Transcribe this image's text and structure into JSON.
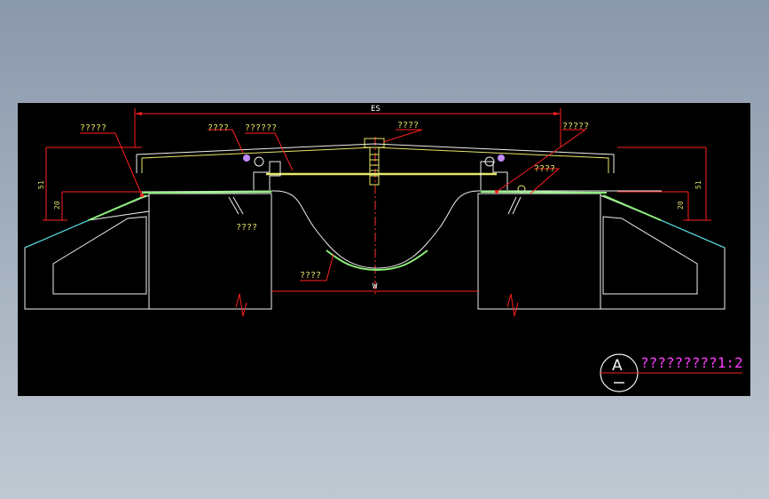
{
  "drawing": {
    "dimensions": {
      "overall_width": "ES",
      "gap_width": "W",
      "total_height_left": "51",
      "lower_height_left": "20",
      "total_height_right": "51",
      "lower_height_right": "20"
    },
    "labels": {
      "top_left_callout": "?????",
      "anchor_callout": "????",
      "bar_callout": "??????",
      "bolt_callout": "????",
      "top_right_callout": "?????",
      "right_anchor_callout": "????",
      "concrete_callout": "????",
      "membrane_callout": "????"
    },
    "title_block": {
      "section_letter": "A",
      "title": "?????????1:2"
    }
  }
}
